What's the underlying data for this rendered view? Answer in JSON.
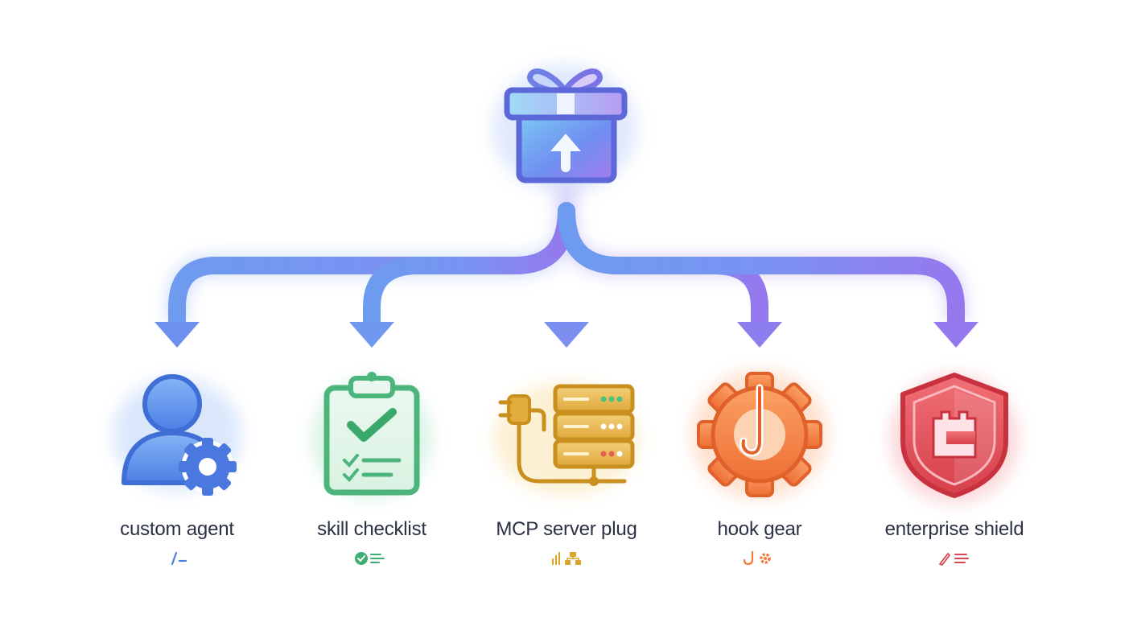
{
  "nodes": [
    {
      "label": "custom agent",
      "icon": "user-gear-icon",
      "sub_icon": "slash-command-icon",
      "color": "#4f7fe0"
    },
    {
      "label": "skill checklist",
      "icon": "clipboard-check-icon",
      "sub_icon": "check-lines-icon",
      "color": "#3fae72"
    },
    {
      "label": "MCP server plug",
      "icon": "plug-server-icon",
      "sub_icon": "bars-network-icon",
      "color": "#d9a52b"
    },
    {
      "label": "hook gear",
      "icon": "hook-gear-icon",
      "sub_icon": "hook-small-gear-icon",
      "color": "#f07a3a"
    },
    {
      "label": "enterprise shield",
      "icon": "castle-shield-icon",
      "sub_icon": "pen-lines-icon",
      "color": "#d94450"
    }
  ],
  "root": {
    "icon": "gift-box-upload-icon",
    "color": "#6a86f0"
  },
  "connector_colors": {
    "start": "#6ea6ef",
    "mid": "#7d8df0",
    "end": "#9a74ee"
  }
}
